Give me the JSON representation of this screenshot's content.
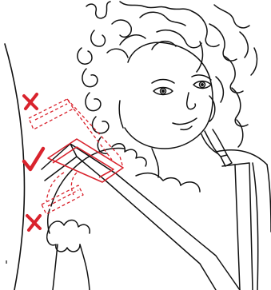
{
  "colors": {
    "line": "#111111",
    "accent": "#d9232d",
    "background": "#ffffff"
  },
  "markers": [
    {
      "symbol": "✗",
      "meaning": "incorrect",
      "icon": "red-cross-icon"
    },
    {
      "symbol": "✓",
      "meaning": "correct",
      "icon": "red-check-icon"
    },
    {
      "symbol": "✗",
      "meaning": "incorrect",
      "icon": "red-cross-icon"
    }
  ]
}
